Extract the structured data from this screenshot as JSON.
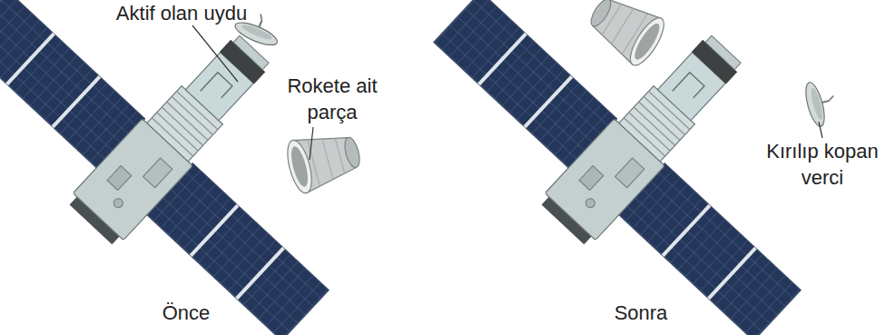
{
  "diagram": {
    "labels": [
      "Aktif olan uydu",
      "Rokete ait parça",
      "Önce",
      "Kırılıp kopan verci",
      "Sonra"
    ]
  }
}
